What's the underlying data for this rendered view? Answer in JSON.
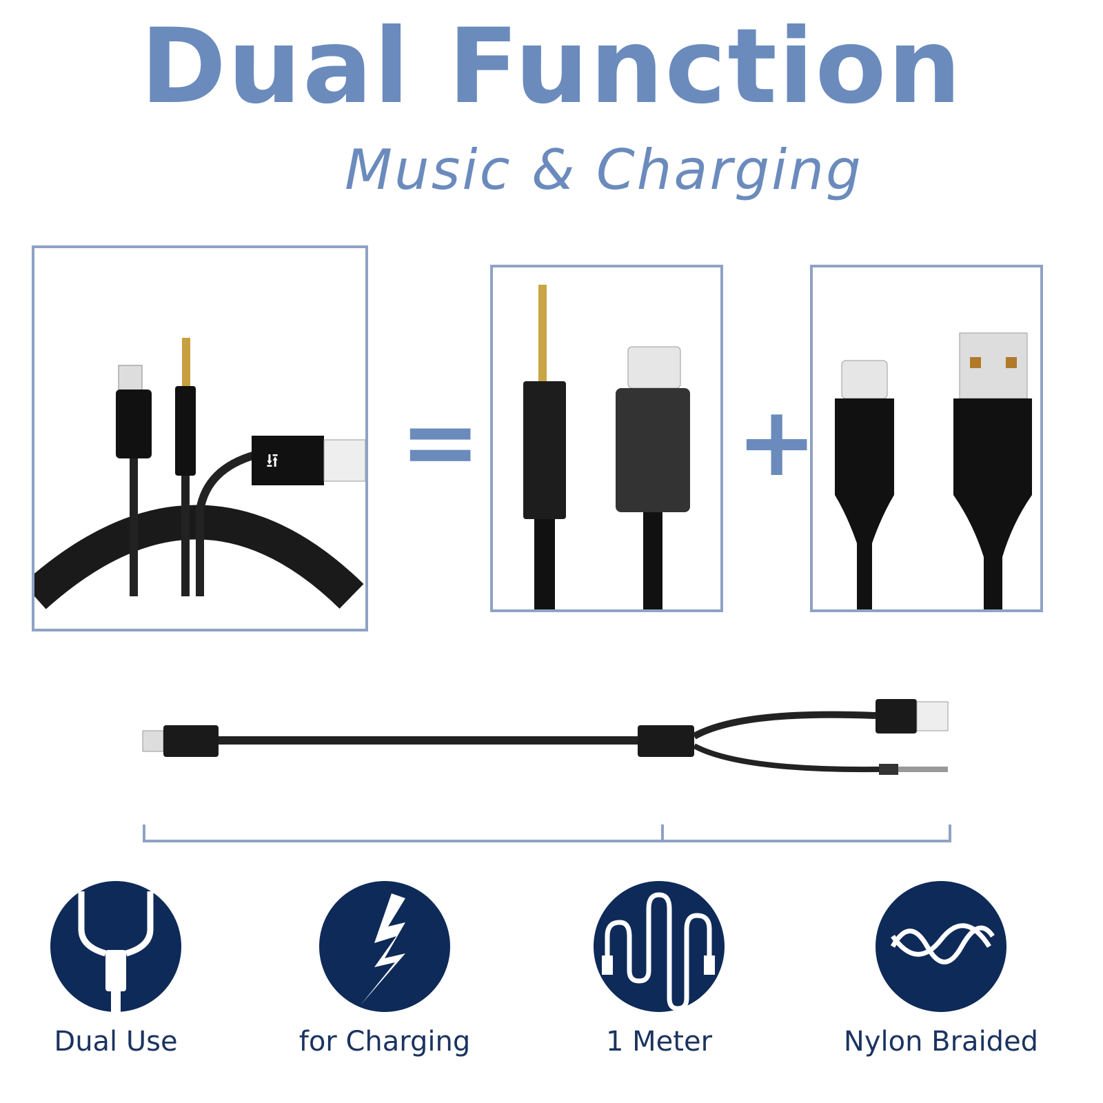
{
  "header": {
    "title": "Dual Function",
    "subtitle": "Music & Charging"
  },
  "colors": {
    "title": "#6b8bbd",
    "icon_bg": "#0e2a58",
    "box_border": "#8ea2c4",
    "label": "#1b3360"
  },
  "operators": {
    "equals": "=",
    "plus": "+"
  },
  "features": [
    {
      "icon": "y-splitter-icon",
      "label": "Dual Use"
    },
    {
      "icon": "lightning-icon",
      "label": "for Charging"
    },
    {
      "icon": "coiled-cable-icon",
      "label": "1 Meter"
    },
    {
      "icon": "wave-braid-icon",
      "label": "Nylon Braided"
    }
  ]
}
